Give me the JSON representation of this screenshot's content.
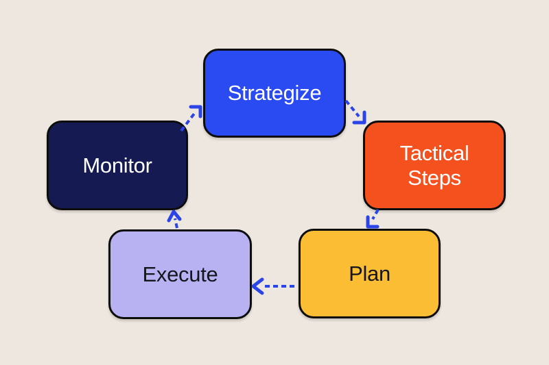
{
  "canvas": {
    "background": "#EDE7E0"
  },
  "diagram": {
    "type": "cycle",
    "border_color": "#0D0D0D",
    "arrow_color": "#2B44E8",
    "arrow_style": "dashed",
    "nodes": [
      {
        "id": "strategize",
        "label": "Strategize",
        "fill": "#2B4BF2",
        "text_color": "#FFFFFF"
      },
      {
        "id": "tactical-steps",
        "label": "Tactical\nSteps",
        "fill": "#F4511F",
        "text_color": "#FFFFFF"
      },
      {
        "id": "plan",
        "label": "Plan",
        "fill": "#FBBD33",
        "text_color": "#15151C"
      },
      {
        "id": "execute",
        "label": "Execute",
        "fill": "#B8B2F2",
        "text_color": "#15151C"
      },
      {
        "id": "monitor",
        "label": "Monitor",
        "fill": "#161A52",
        "text_color": "#FFFFFF"
      }
    ],
    "edges": [
      {
        "from": "monitor",
        "to": "strategize"
      },
      {
        "from": "strategize",
        "to": "tactical-steps"
      },
      {
        "from": "tactical-steps",
        "to": "plan"
      },
      {
        "from": "plan",
        "to": "execute"
      },
      {
        "from": "execute",
        "to": "monitor"
      }
    ]
  }
}
